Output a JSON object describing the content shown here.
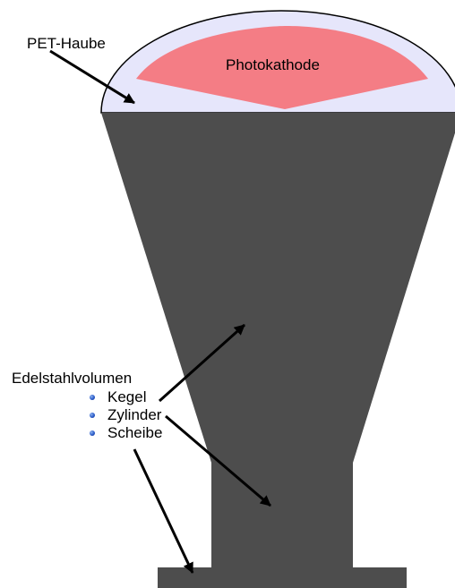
{
  "labels": {
    "pet_hood": "PET-Haube",
    "photocathode": "Photokathode",
    "steel_volume": "Edelstahlvolumen"
  },
  "steel_parts": [
    "Kegel",
    "Zylinder",
    "Scheibe"
  ],
  "colors": {
    "steel_body": "#4d4d4d",
    "pet_hood": "#e6e6fb",
    "photocathode": "#f47d85",
    "outline": "#000000",
    "arrow": "#000000",
    "bullet": "#2a5bc8"
  }
}
